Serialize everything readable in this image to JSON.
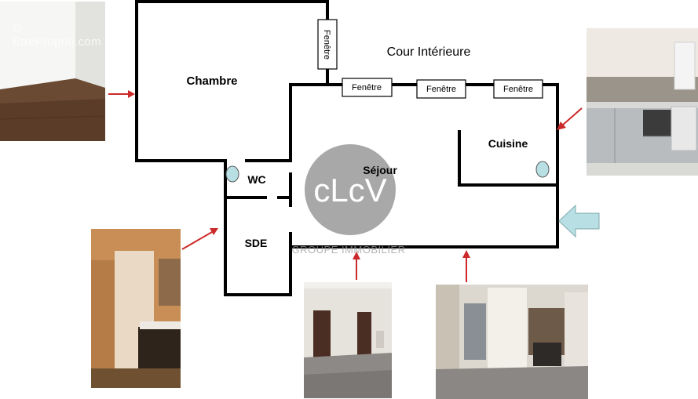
{
  "watermarks": {
    "site": "© EtreProprio.com",
    "logo": "cLcV",
    "group": "GROUPE IMMOBILIER"
  },
  "rooms": {
    "chambre": "Chambre",
    "cour": "Cour Intérieure",
    "cuisine": "Cuisine",
    "sejour": "Séjour",
    "wc": "WC",
    "sde": "SDE"
  },
  "windows": {
    "chambre": "Fenêtre",
    "w1": "Fenêtre",
    "w2": "Fenêtre",
    "w3": "Fenêtre"
  },
  "colors": {
    "wall": "#000000",
    "arrow": "#cc2a2a",
    "entrance_arrow": "#b8e0e4",
    "fixture": "#b8e0e4",
    "logo_circle": "#a8a8a8"
  },
  "photos": {
    "chambre": "bedroom photo",
    "kitchen": "kitchen photo",
    "bathroom": "bathroom photo",
    "living1": "living room photo",
    "living2": "living room photo with partition"
  }
}
